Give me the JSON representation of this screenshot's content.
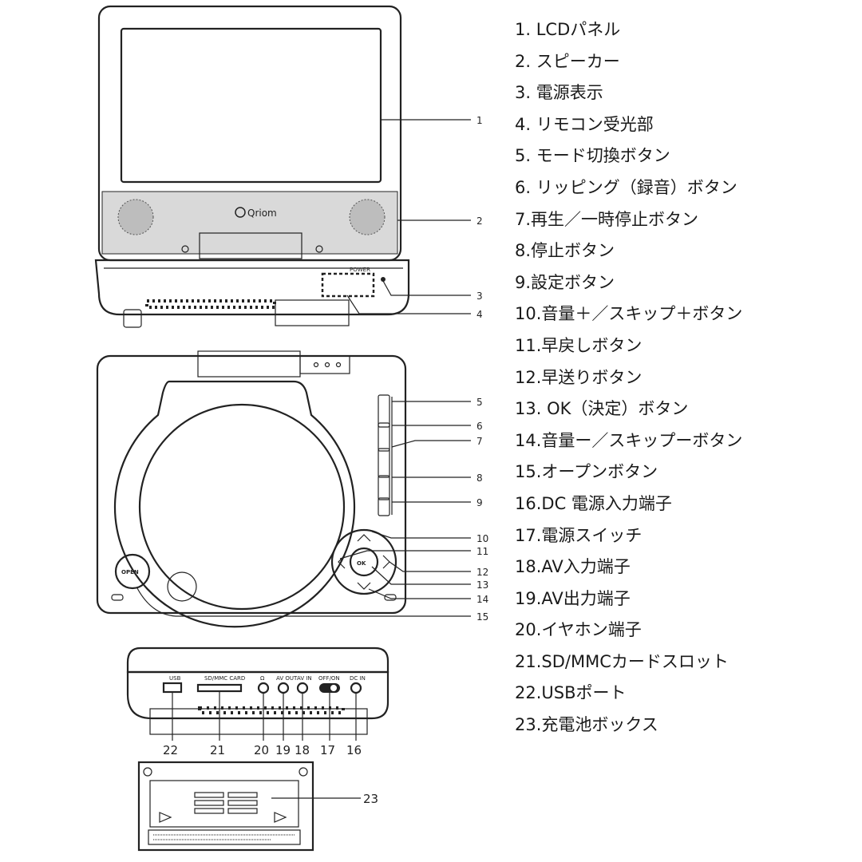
{
  "legend": [
    "1. LCDパネル",
    "2. スピーカー",
    "3. 電源表示",
    "4. リモコン受光部",
    "5. モード切換ボタン",
    "6. リッピング（録音）ボタン",
    "7.再生／一時停止ボタン",
    "8.停止ボタン",
    "9.設定ボタン",
    "10.音量＋／スキップ＋ボタン",
    "11.早戻しボタン",
    "12.早送りボタン",
    "13. OK（決定）ボタン",
    "14.音量ー／スキップーボタン",
    "15.オープンボタン",
    "16.DC 電源入力端子",
    "17.電源スイッチ",
    "18.AV入力端子",
    "19.AV出力端子",
    "20.イヤホン端子",
    "21.SD/MMCカードスロット",
    "22.USBポート",
    "23.充電池ボックス"
  ],
  "callouts": {
    "c1": "1",
    "c2": "2",
    "c3": "3",
    "c4": "4",
    "c5": "5",
    "c6": "6",
    "c7": "7",
    "c8": "8",
    "c9": "9",
    "c10": "10",
    "c11": "11",
    "c12": "12",
    "c13": "13",
    "c14": "14",
    "c15": "15",
    "c16": "16",
    "c17": "17",
    "c18": "18",
    "c19": "19",
    "c20": "20",
    "c21": "21",
    "c22": "22",
    "c23": "23"
  },
  "device": {
    "brand": "Qriom",
    "power_label": "POWER",
    "open_label": "OPEN",
    "ok_label": "OK"
  },
  "side_panel": {
    "usb": "USB",
    "card": "SD/MMC CARD",
    "earphone": "Ω",
    "av_out": "AV OUT",
    "av_in": "AV IN",
    "switch": "OFF/ON",
    "dc_in": "DC IN"
  }
}
